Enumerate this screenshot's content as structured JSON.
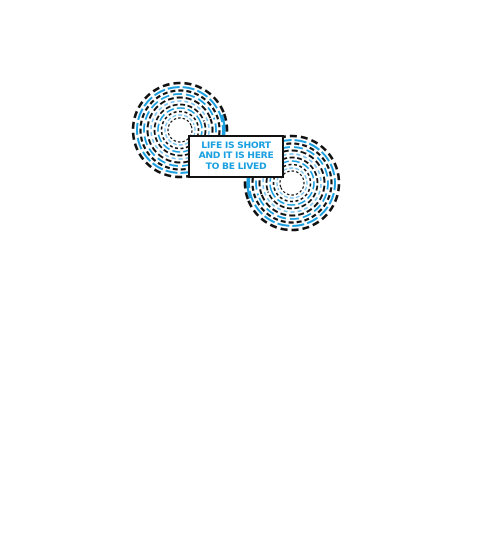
{
  "design": {
    "quote_lines": [
      "LIFE IS SHORT",
      "AND IT IS HERE",
      "TO BE LIVED"
    ]
  },
  "colors": {
    "background": "#ffffff",
    "ink": "#111111",
    "accent": "#1a9fe0",
    "soft_blue": "#7cc4ee"
  },
  "icons": {
    "left_spiral": "concentric-dashed-rings-icon",
    "right_spiral": "concentric-dashed-rings-icon"
  }
}
